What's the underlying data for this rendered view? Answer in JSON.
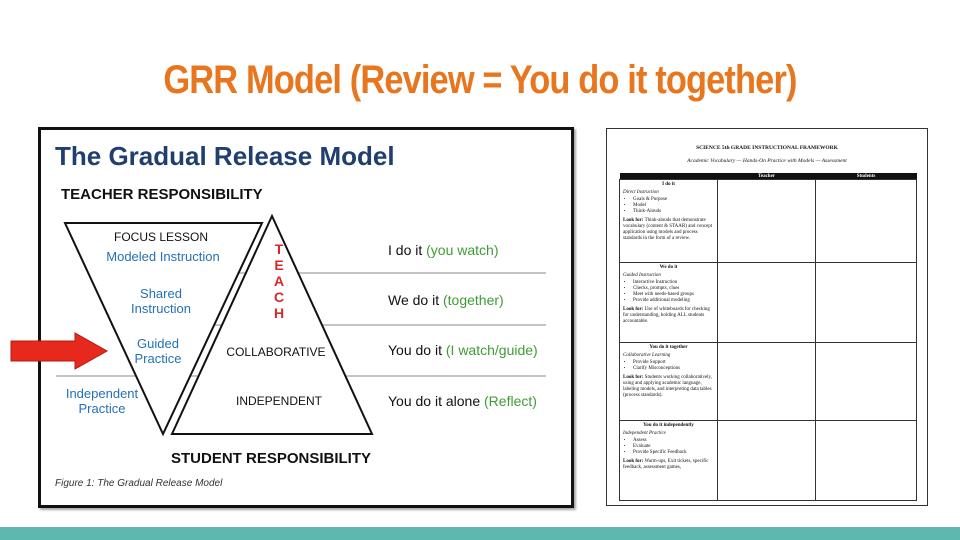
{
  "slide": {
    "title": "GRR Model (Review = You do it together)",
    "title_color": "#e8761e",
    "bar_color": "#5fb8b0"
  },
  "grr": {
    "heading": "The Gradual Release Model",
    "teacher_resp": "TEACHER RESPONSIBILITY",
    "student_resp": "STUDENT RESPONSIBILITY",
    "caption": "Figure 1: The Gradual Release Model",
    "focus_lesson": "FOCUS LESSON",
    "modeled": "Modeled Instruction",
    "shared_1": "Shared",
    "shared_2": "Instruction",
    "guided_1": "Guided",
    "guided_2": "Practice",
    "independent_1": "Independent",
    "independent_2": "Practice",
    "teach_letters": [
      "T",
      "E",
      "A",
      "C",
      "H"
    ],
    "collaborative": "COLLABORATIVE",
    "independent": "INDEPENDENT",
    "rows": [
      {
        "main": "I do it",
        "paren": "(you watch)"
      },
      {
        "main": "We do it",
        "paren": "(together)"
      },
      {
        "main": "You do it",
        "paren": "(I watch/guide)"
      },
      {
        "main": "You do it alone",
        "paren": "(Reflect)"
      }
    ],
    "colors": {
      "navy": "#1f3f6e",
      "blue": "#2471b8",
      "green": "#3f9c35",
      "red": "#d62a2a"
    }
  },
  "framework": {
    "title": "SCIENCE 5th GRADE INSTRUCTIONAL FRAMEWORK",
    "subtitle": "Academic Vocabulary — Hands-On Practice with Models — Assessment",
    "col_teacher": "Teacher",
    "col_students": "Students",
    "sections": [
      {
        "head": "I do it",
        "sub": "Direct Instruction",
        "items": [
          "Goals & Purpose",
          "Model",
          "Think-Alouds"
        ],
        "look_label": "Look for:",
        "look": " Think-alouds that demonstrate vocabulary (content & STAAR) and concept application using models and process standards in the form of a review."
      },
      {
        "head": "We do it",
        "sub": "Guided Instruction",
        "items": [
          "Interactive Instruction",
          "Checks, prompts, clues",
          "Meet with needs-based groups",
          "Provide additional modeling"
        ],
        "look_label": "Look for:",
        "look": " Use of whiteboards for checking for understanding, holding ALL students accountable."
      },
      {
        "head": "You do it together",
        "sub": "Collaborative Learning",
        "items": [
          "Provide Support",
          "Clarify Misconceptions"
        ],
        "look_label": "Look for:",
        "look": " Students working collaboratively, using and applying academic language, labeling models, and interpreting data tables (process standards)."
      },
      {
        "head": "You do it independently",
        "sub": "Independent Practice",
        "items": [
          "Assess",
          "Evaluate",
          "Provide Specific Feedback"
        ],
        "look_label": "Look for:",
        "look": " Warm-ups, Exit tickets, specific feedback, assessment games,"
      }
    ]
  }
}
